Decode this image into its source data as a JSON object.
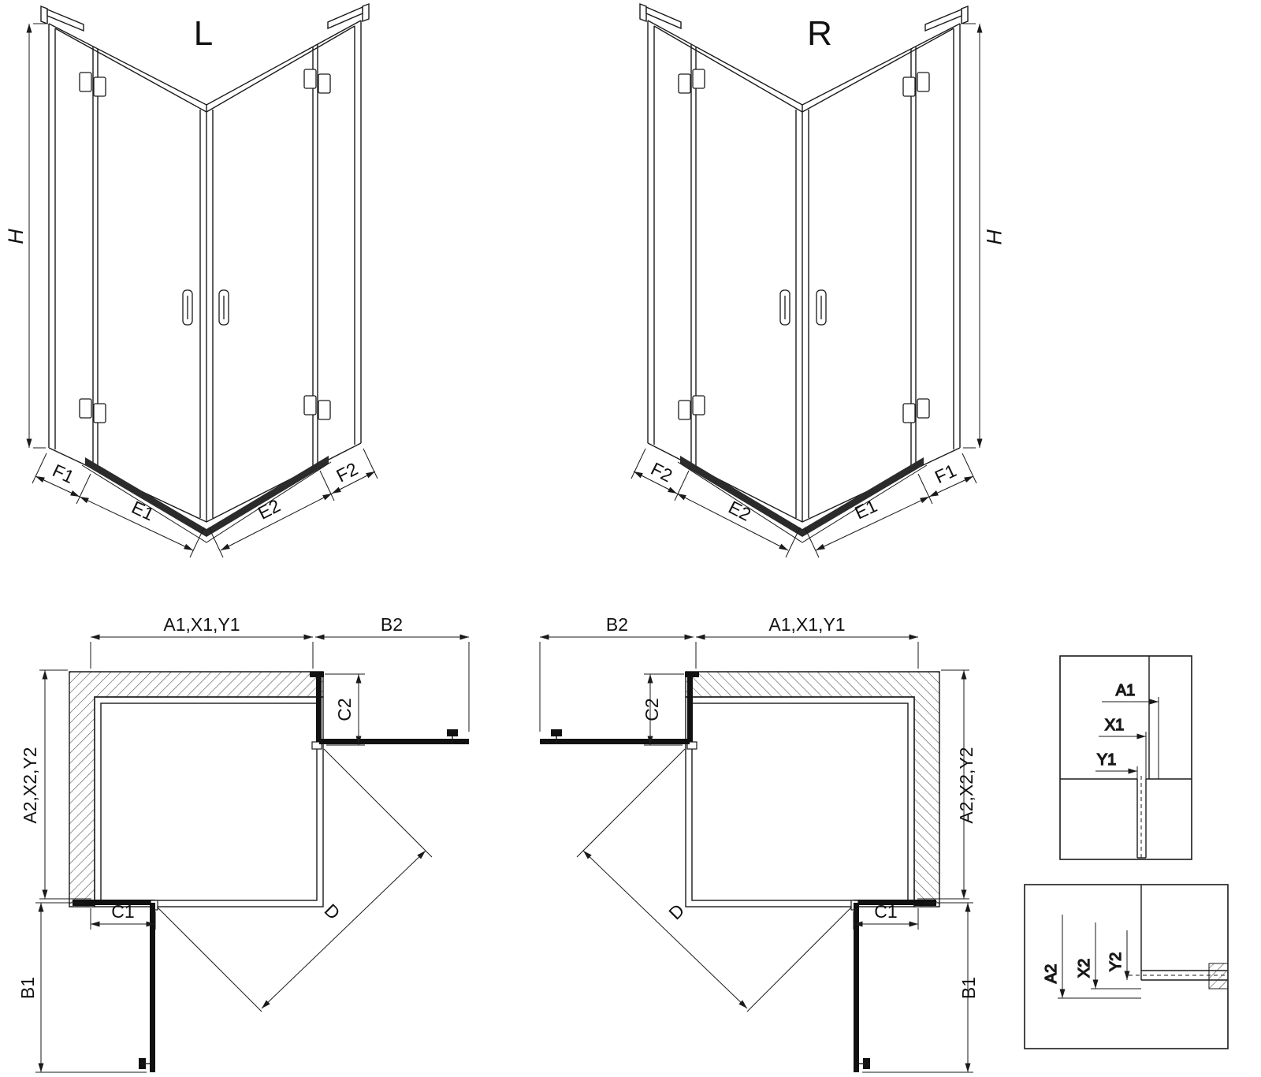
{
  "page": {
    "background": "#ffffff",
    "line_color": "#1a1a1a"
  },
  "iso_left": {
    "title": "L",
    "height_label": "H",
    "fixed_left_label": "F1",
    "door_left_label": "E1",
    "door_right_label": "E2",
    "fixed_right_label": "F2"
  },
  "iso_right": {
    "title": "R",
    "height_label": "H",
    "fixed_left_label": "F2",
    "door_left_label": "E2",
    "door_right_label": "E1",
    "fixed_right_label": "F1"
  },
  "plan_left": {
    "top_width_label": "A1,X1,Y1",
    "top_door_label": "B2",
    "top_fixed_label": "C2",
    "depth_label": "A2,X2,Y2",
    "bottom_fixed_label": "C1",
    "bottom_door_label": "B1",
    "diagonal_label": "D"
  },
  "plan_right": {
    "top_door_label": "B2",
    "top_width_label": "A1,X1,Y1",
    "top_fixed_label": "C2",
    "depth_label": "A2,X2,Y2",
    "bottom_fixed_label": "C1",
    "bottom_door_label": "B1",
    "diagonal_label": "D"
  },
  "detail_glass_top": {
    "label_a": "A1",
    "label_x": "X1",
    "label_y": "Y1"
  },
  "detail_glass_bottom": {
    "label_a": "A2",
    "label_x": "X2",
    "label_y": "Y2"
  }
}
